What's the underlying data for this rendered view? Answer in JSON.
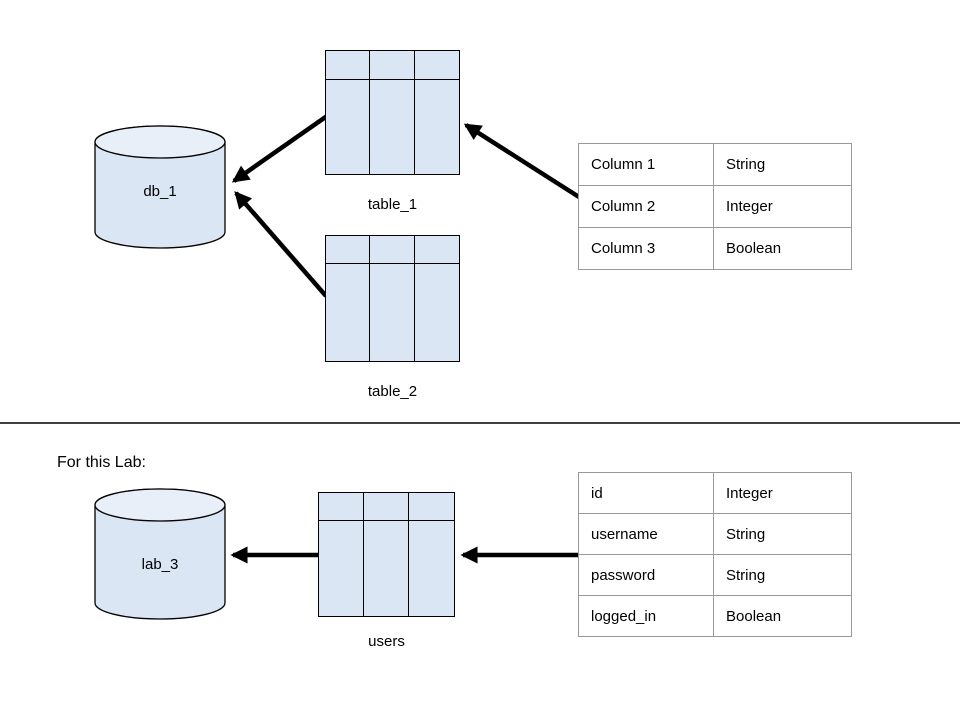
{
  "colors": {
    "shape_fill": "#dae6f3",
    "cylinder_top_fill": "#e9eff8",
    "shape_border": "#000000",
    "schema_table_border": "#999999",
    "arrow": "#000000",
    "background": "#ffffff"
  },
  "top_section": {
    "database": {
      "label": "db_1"
    },
    "table_1": {
      "label": "table_1"
    },
    "table_2": {
      "label": "table_2"
    },
    "schema_table": {
      "rows": [
        {
          "field": "Column 1",
          "type": "String"
        },
        {
          "field": "Column 2",
          "type": "Integer"
        },
        {
          "field": "Column 3",
          "type": "Boolean"
        }
      ]
    }
  },
  "bottom_section": {
    "heading": "For this Lab:",
    "database": {
      "label": "lab_3"
    },
    "users_table": {
      "label": "users"
    },
    "schema_table": {
      "rows": [
        {
          "field": "id",
          "type": "Integer"
        },
        {
          "field": "username",
          "type": "String"
        },
        {
          "field": "password",
          "type": "String"
        },
        {
          "field": "logged_in",
          "type": "Boolean"
        }
      ]
    }
  }
}
